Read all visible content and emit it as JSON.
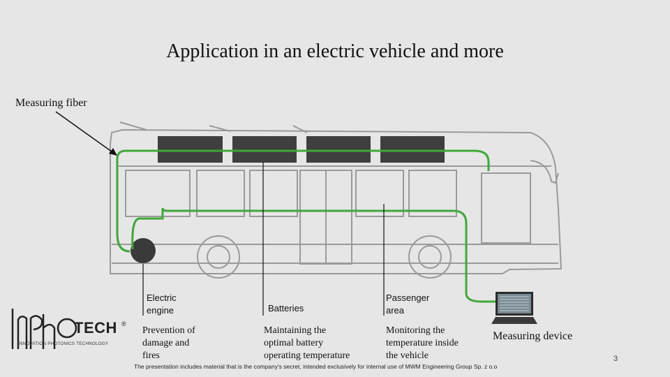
{
  "title": "Application in an electric vehicle and more",
  "fiber_label": "Measuring fiber",
  "labels": {
    "engine": {
      "top": "Electric engine",
      "bottom": "Prevention of damage and fires"
    },
    "batteries": {
      "top": "Batteries",
      "bottom": "Maintaining the optimal battery operating temperature"
    },
    "passenger": {
      "top": "Passenger area",
      "bottom": "Monitoring the temperature inside the vehicle"
    }
  },
  "device_label": "Measuring device",
  "footer": "The presentation includes material that is the company's secret, intended exclusively for internal use of MWM Engineering Group Sp. z o.o",
  "page_number": "3",
  "logo": {
    "tech": "TECH",
    "subtitle": "INNOVATION PHOTONICS TECHNOLOGY",
    "registered": "®"
  },
  "colors": {
    "fiber": "#3fa83a",
    "battery": "#3f3f3f",
    "background": "#e6e6e6",
    "bus_outline": "#9a9a9a"
  }
}
